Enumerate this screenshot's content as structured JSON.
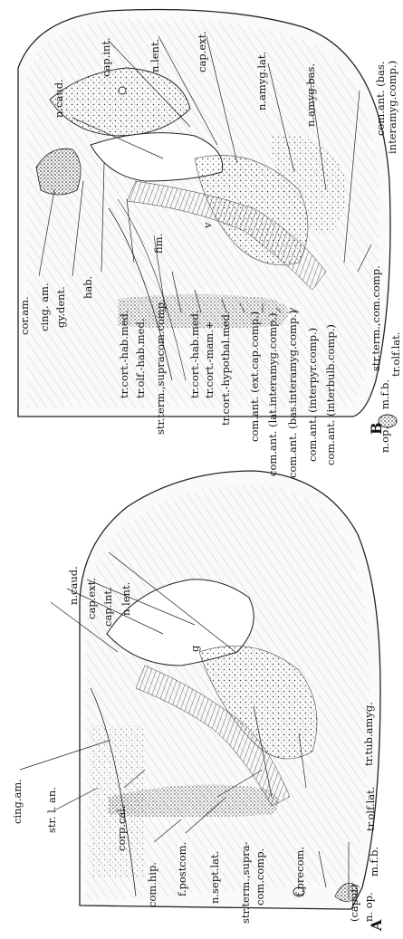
{
  "panel_a": {
    "letter": "A",
    "labels": {
      "cing_am": "cing.am.",
      "str_l_an": "str. l. an.",
      "corp_cal": "corp.cal.",
      "com_hip": "com.hip.",
      "f_postcom": "f.postcom.",
      "n_sept_lat": "n.sept.lat.",
      "str_term_supra": "str.term.,supra-",
      "com_comp": "com.comp.",
      "f_precom": "f.precom.",
      "caput": "(caput)",
      "n_op": "n. op.",
      "m_f_b": "m.f.b.",
      "tr_olf_lat": "tr.olf.lat.",
      "tr_tubamyg": "tr.tub.amyg.",
      "n_caud": "n.caud.",
      "cap_ext": "cap.ext.",
      "cap_int": "cap.int.",
      "n_lent": "n.lent.",
      "g": "g"
    }
  },
  "panel_b": {
    "letter": "B",
    "labels": {
      "cor_am": "cor.am.",
      "cing_am": "cing. am.",
      "gy_dent": "gy.dent.",
      "hab": "hab.",
      "tr_cort_hab_med": "tr.cort.-hab.med.",
      "tr_olf_hab_med": "tr.olf.-hab.med.",
      "str_term_supracom": "str.term.,supracom.comp.",
      "tr_cort_hab_med2": "tr.cort.-hab.med.",
      "tr_cort_mam": "tr.cort.-mam.+",
      "tr_cort_hypothal": "tr.cort.-hypothal.med.",
      "com_ant_ext": "com.ant. (ext.cap.comp.)",
      "com_ant_lat": "com.ant. (lat.interamyg.comp.)",
      "com_ant_bas": "com.ant. (bas.interamyg.comp.)",
      "com_ant_interpyr": "com.ant. (interpyr.comp.)",
      "com_ant_interbulb": "com.ant. (interbulb.comp.)",
      "n_op": "n.op.",
      "m_f_b": "m.f.b.",
      "tr_olf_lat": "tr.olf.lat.",
      "str_term_comp": "str.term.,com.comp.",
      "com_ant_bas_interamyg_1": "com.ant. (bas.",
      "com_ant_bas_interamyg_2": "interamyg.comp.)",
      "n_amyg_bas": "n.amyg.bas.",
      "n_amyg_lat": "n.amyg.lat.",
      "cap_ext": "cap.ext.",
      "n_lent": "n.lent.",
      "cap_int": "cap.int.",
      "n_caud": "n.caud.",
      "fim": "fim.",
      "v": "v"
    }
  }
}
